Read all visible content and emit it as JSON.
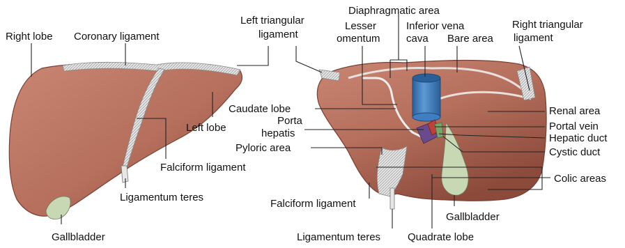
{
  "colors": {
    "liver": "#b56f5c",
    "liver_shadow": "#8c4a3b",
    "liver_highlight": "#c98673",
    "ligament": "#d9d9d9",
    "gallbladder": "#c9d8b4",
    "ivc": "#3f7fc1",
    "background": "#ffffff"
  },
  "anterior": {
    "labels": {
      "right_lobe": "Right lobe",
      "coronary_ligament": "Coronary ligament",
      "left_triangular_ligament": [
        "Left triangular",
        "ligament"
      ],
      "left_lobe": "Left lobe",
      "falciform_ligament": "Falciform ligament",
      "ligamentum_teres": "Ligamentum teres",
      "gallbladder": "Gallbladder"
    }
  },
  "visceral": {
    "labels": {
      "diaphragmatic_area": "Diaphragmatic area",
      "lesser_omentum": [
        "Lesser",
        "omentum"
      ],
      "inferior_vena_cava": [
        "Inferior vena",
        "cava"
      ],
      "bare_area": "Bare area",
      "right_triangular_ligament": [
        "Right triangular",
        "ligament"
      ],
      "caudate_lobe": "Caudate lobe",
      "porta_hepatis": [
        "Porta",
        "hepatis"
      ],
      "pyloric_area": "Pyloric area",
      "renal_area": "Renal area",
      "portal_vein": "Portal vein",
      "hepatic_duct": "Hepatic duct",
      "cystic_duct": "Cystic duct",
      "colic_areas": "Colic areas",
      "falciform_ligament": "Falciform ligament",
      "ligamentum_teres": "Ligamentum teres",
      "gallbladder": "Gallbladder",
      "quadrate_lobe": "Quadrate lobe"
    }
  }
}
